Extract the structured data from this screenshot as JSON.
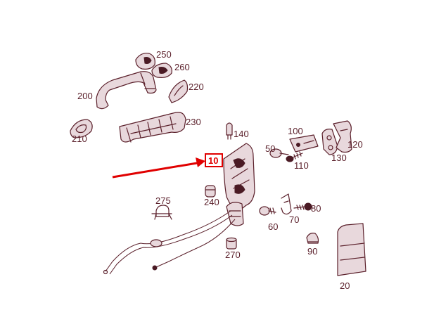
{
  "diagram": {
    "highlight_color": "#e00000",
    "line_color": "#5a1f2a",
    "highlighted_label": "10",
    "labels": [
      "10",
      "20",
      "50",
      "60",
      "70",
      "80",
      "90",
      "100",
      "110",
      "120",
      "130",
      "140",
      "200",
      "210",
      "220",
      "230",
      "240",
      "250",
      "260",
      "270",
      "275"
    ]
  }
}
